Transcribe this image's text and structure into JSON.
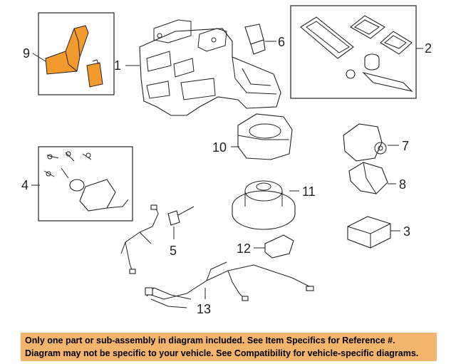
{
  "callouts": {
    "c1": "1",
    "c2": "2",
    "c3": "3",
    "c4": "4",
    "c5": "5",
    "c6": "6",
    "c7": "7",
    "c8": "8",
    "c9": "9",
    "c10": "10",
    "c11": "11",
    "c12": "12",
    "c13": "13"
  },
  "highlight_color": "#f39a2e",
  "banner": {
    "line1": "Only one part or sub-assembly in diagram included. See Item Specifics for Reference #.",
    "line2": "Diagram may not be specific to your vehicle. See Compatibility for vehicle-specific diagrams."
  }
}
